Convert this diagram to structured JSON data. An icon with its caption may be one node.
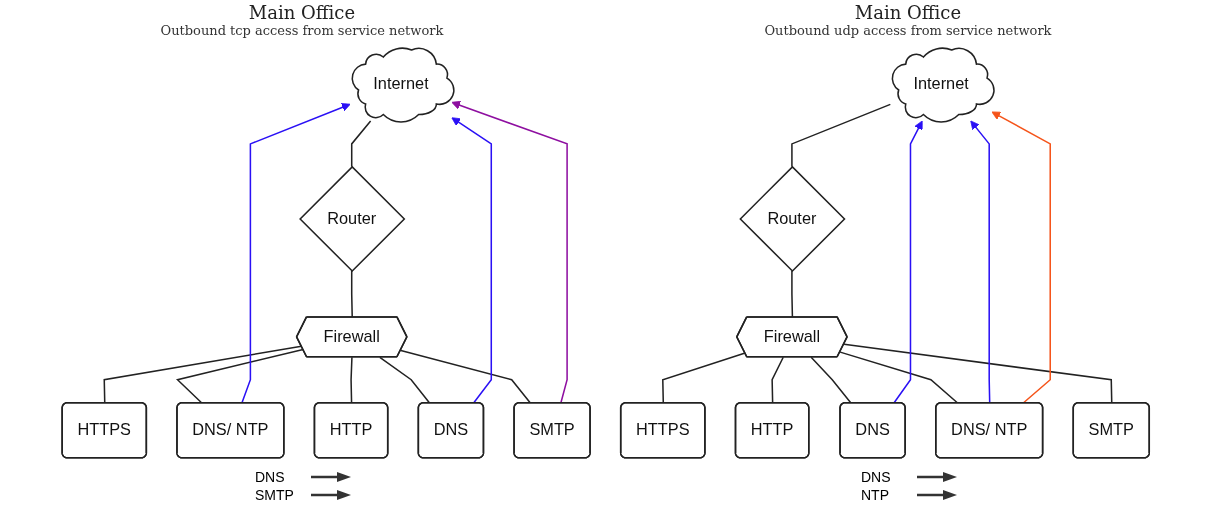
{
  "diagram": {
    "nodes": [
      {
        "text": [
          "Internet"
        ]
      },
      {
        "text": [
          "Router"
        ]
      },
      {
        "text": [
          "Firewall"
        ]
      },
      {
        "text": [
          "DNS/ NTP"
        ]
      },
      {
        "text": [
          "DNS"
        ]
      },
      {
        "text": [
          "HTTPS"
        ]
      },
      {
        "text": [
          "HTTP"
        ]
      },
      {
        "text": [
          "SMTP"
        ]
      },
      {
        "text": [
          "Internet"
        ]
      },
      {
        "text": [
          "Router"
        ]
      },
      {
        "text": [
          "Firewall"
        ]
      },
      {
        "text": [
          "DNS/ NTP"
        ]
      },
      {
        "text": [
          "DNS"
        ]
      },
      {
        "text": [
          "HTTPS"
        ]
      },
      {
        "text": [
          "HTTP"
        ]
      },
      {
        "text": [
          "SMTP"
        ]
      }
    ],
    "edges": [
      {
        "from": 1,
        "to": 0,
        "arrow": "none"
      },
      {
        "from": 2,
        "to": 1,
        "arrow": "none"
      },
      {
        "from": 3,
        "to": 2,
        "arrow": "none"
      },
      {
        "from": 4,
        "to": 2,
        "arrow": "none"
      },
      {
        "from": 5,
        "to": 2,
        "arrow": "none"
      },
      {
        "from": 6,
        "to": 2,
        "arrow": "none"
      },
      {
        "from": 7,
        "to": 2,
        "arrow": "none"
      },
      {
        "from": 3,
        "to": 0,
        "arrow": "to",
        "color": "#2a10f5"
      },
      {
        "from": 4,
        "to": 0,
        "arrow": "to",
        "color": "#2a10f5"
      },
      {
        "from": 7,
        "to": 0,
        "arrow": "to",
        "color": "#8e0fa0"
      },
      {
        "from": 9,
        "to": 8,
        "arrow": "none"
      },
      {
        "from": 10,
        "to": 9,
        "arrow": "none"
      },
      {
        "from": 11,
        "to": 10,
        "arrow": "none"
      },
      {
        "from": 12,
        "to": 10,
        "arrow": "none"
      },
      {
        "from": 13,
        "to": 10,
        "arrow": "none"
      },
      {
        "from": 14,
        "to": 10,
        "arrow": "none"
      },
      {
        "from": 15,
        "to": 10,
        "arrow": "none"
      },
      {
        "from": 11,
        "to": 8,
        "arrow": "to",
        "color": "#2a10f5"
      },
      {
        "from": 12,
        "to": 8,
        "arrow": "to",
        "color": "#2a10f5"
      },
      {
        "from": 11,
        "to": 8,
        "arrow": "to",
        "color": "#f5541a"
      }
    ],
    "labels": [
      "Main Office",
      "Outbound tcp access from service network",
      "Main Office",
      "Outbound udp access from service network"
    ],
    "legend": [
      {
        "text": "DNS"
      },
      {
        "text": "SMTP"
      },
      {
        "text": "DNS"
      },
      {
        "text": "NTP"
      }
    ]
  }
}
